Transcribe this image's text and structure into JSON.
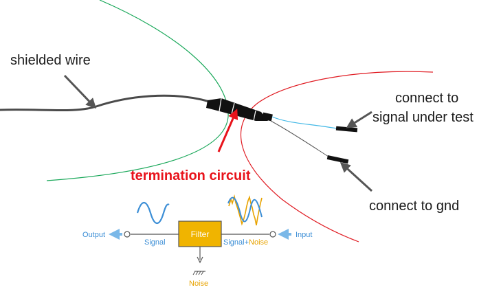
{
  "labels": {
    "shielded_wire": "shielded wire",
    "termination_circuit": "termination circuit",
    "connect_signal_line1": "connect to",
    "connect_signal_line2": "signal under test",
    "connect_gnd": "connect to gnd"
  },
  "filter_diagram": {
    "output": "Output",
    "signal": "Signal",
    "filter": "Filter",
    "signal_plus": "Signal+",
    "noise_suffix": "Noise",
    "input": "Input",
    "noise": "Noise"
  },
  "colors": {
    "green_curve": "#1aa85a",
    "red_curve": "#e01b22",
    "wire": "#444444",
    "blue_wire": "#42b8e6",
    "accent_blue": "#3d8fd6",
    "filter_fill": "#f0b400",
    "noise_orange": "#e8a300"
  }
}
